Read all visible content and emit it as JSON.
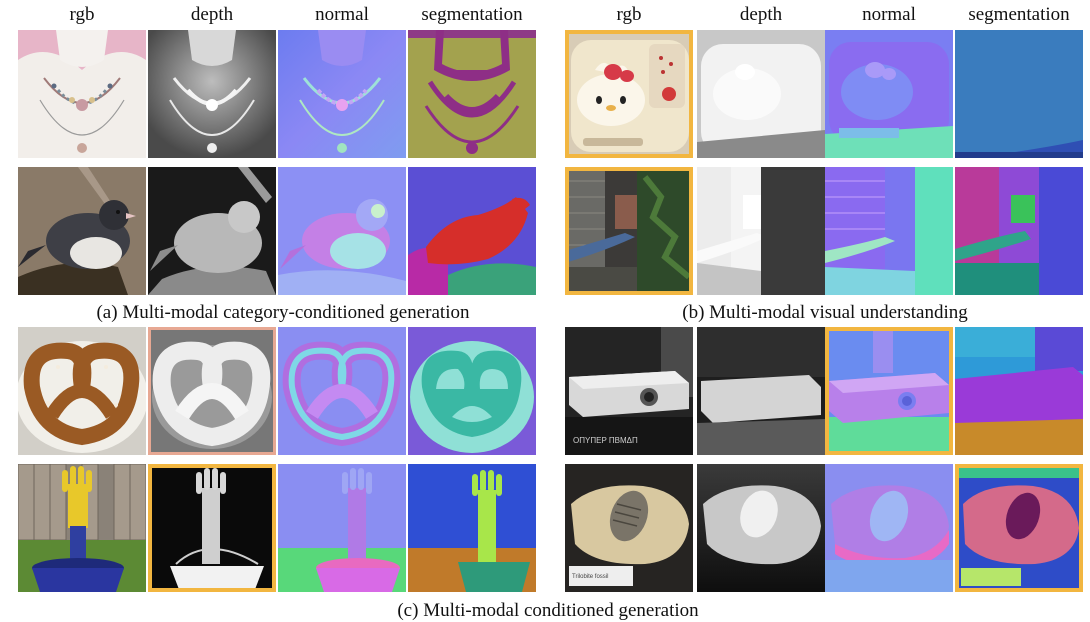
{
  "figure": {
    "left_columns": [
      "rgb",
      "depth",
      "normal",
      "segmentation"
    ],
    "right_columns": [
      "rgb",
      "depth",
      "normal",
      "segmentation"
    ],
    "caption_a": "(a) Multi-modal category-conditioned generation",
    "caption_b": "(b) Multi-modal visual understanding",
    "caption_c": "(c) Multi-modal conditioned generation",
    "projector_text": "ΟΠΥΠΕΡ ΠΒΜΔΠ",
    "museum_label_text": "Trilobite fossil"
  },
  "colors": {
    "highlight_orange": "#f2b640",
    "highlight_pink": "#e7a893"
  }
}
